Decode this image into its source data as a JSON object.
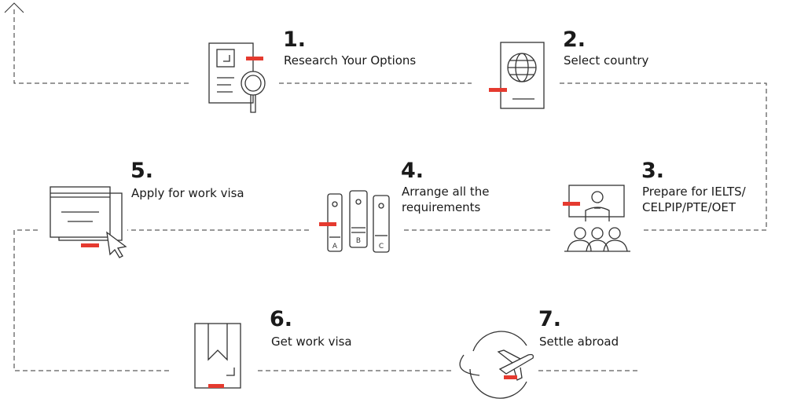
{
  "accent_color": "#e53a2f",
  "line_color": "#333333",
  "steps": [
    {
      "number": "1.",
      "label": "Research Your Options",
      "icon": "document-search-icon"
    },
    {
      "number": "2.",
      "label": "Select country",
      "icon": "passport-icon"
    },
    {
      "number": "3.",
      "label": "Prepare for IELTS/\nCELPIP/PTE/OET",
      "icon": "classroom-icon"
    },
    {
      "number": "4.",
      "label": "Arrange all the\nrequirements",
      "icon": "binders-icon"
    },
    {
      "number": "5.",
      "label": "Apply for work visa",
      "icon": "online-application-icon"
    },
    {
      "number": "6.",
      "label": "Get work visa",
      "icon": "visa-booklet-icon"
    },
    {
      "number": "7.",
      "label": "Settle abroad",
      "icon": "globe-airplane-icon"
    }
  ]
}
